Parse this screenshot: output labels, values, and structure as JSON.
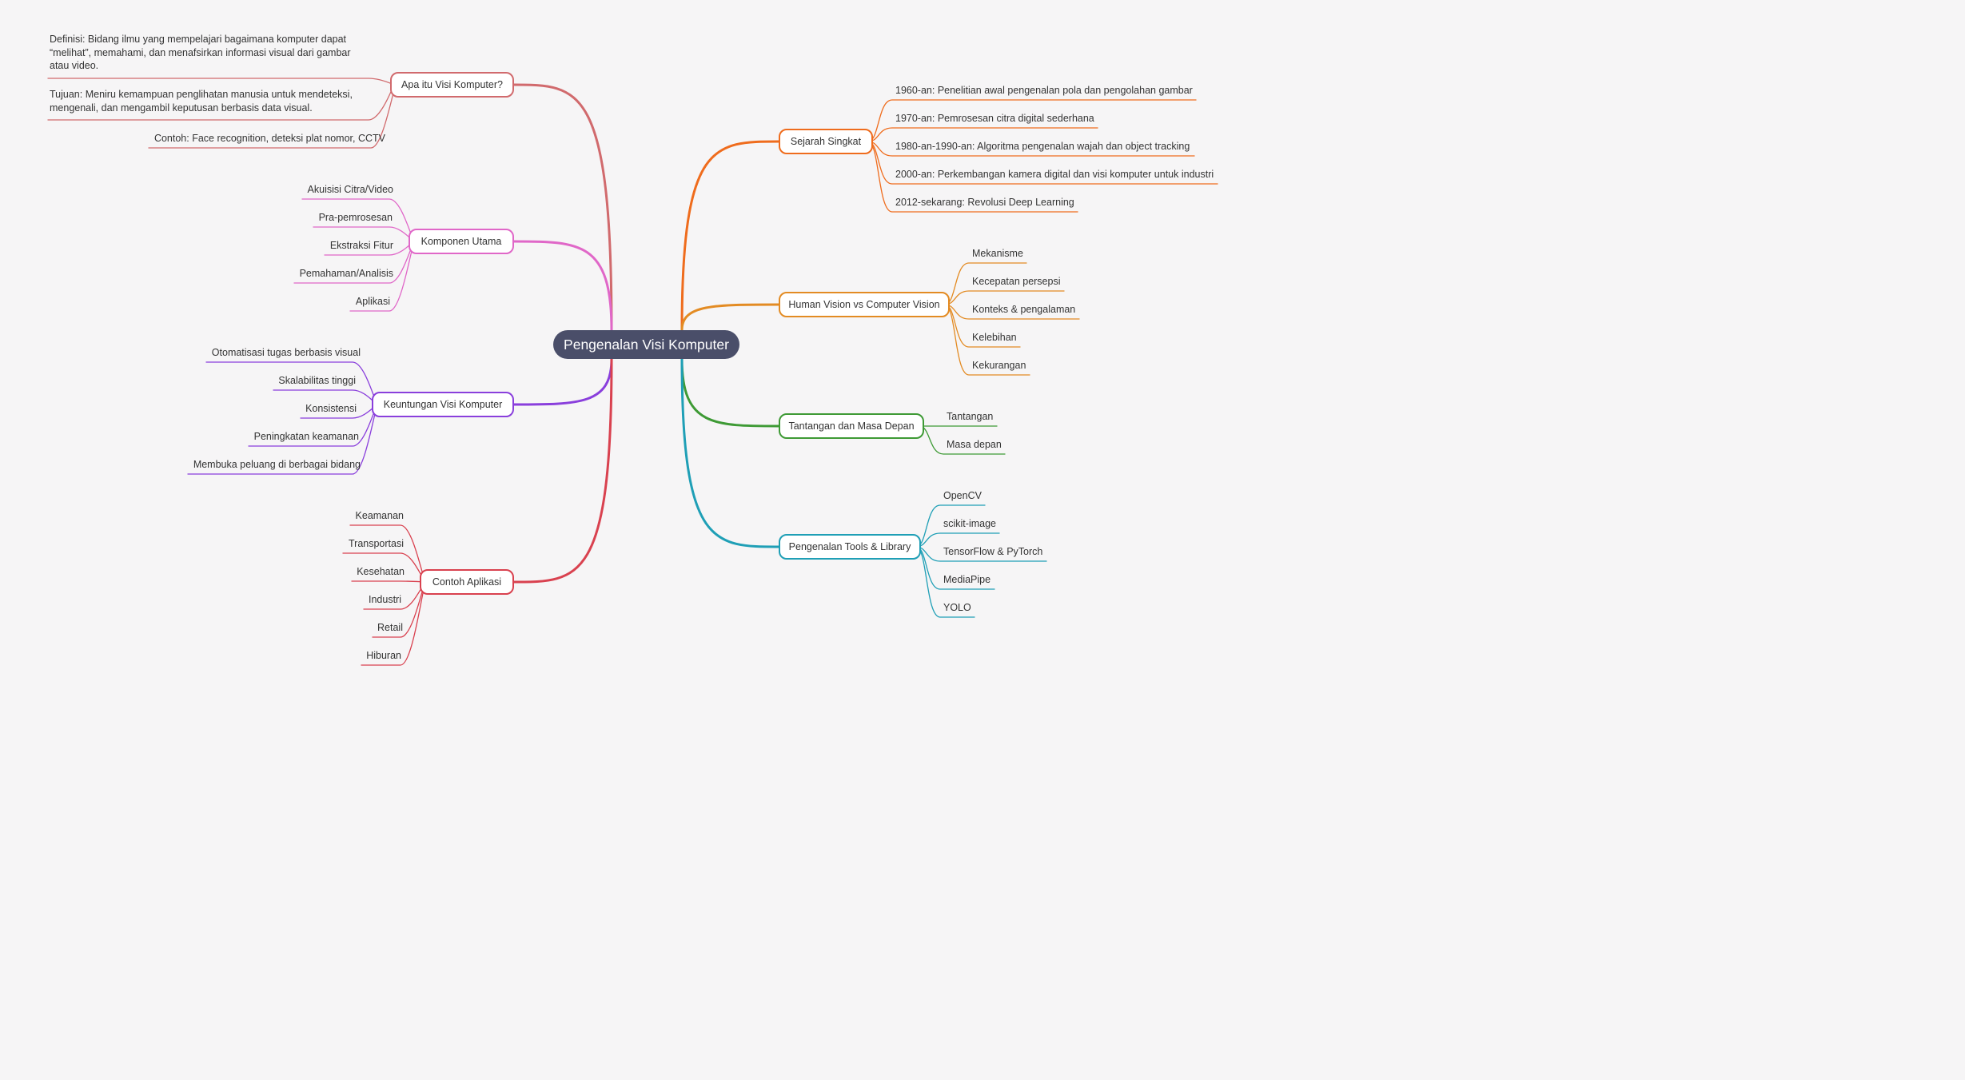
{
  "root": {
    "label": "Pengenalan Visi Komputer"
  },
  "branches": [
    {
      "key": "apa",
      "label": "Apa itu Visi Komputer?",
      "color": "#d16a6d",
      "side": "left",
      "leaves": [
        "Definisi: Bidang ilmu yang mempelajari bagaimana komputer dapat “melihat”, memahami, dan menafsirkan informasi visual dari gambar atau video.",
        "Tujuan: Meniru kemampuan penglihatan manusia untuk mendeteksi, mengenali, dan mengambil keputusan berbasis data visual.",
        "Contoh: Face recognition, deteksi plat nomor, CCTV"
      ]
    },
    {
      "key": "komponen",
      "label": "Komponen Utama",
      "color": "#e067c8",
      "side": "left",
      "leaves": [
        "Akuisisi Citra/Video",
        "Pra-pemrosesan",
        "Ekstraksi Fitur",
        "Pemahaman/Analisis",
        "Aplikasi"
      ]
    },
    {
      "key": "keuntungan",
      "label": "Keuntungan Visi Komputer",
      "color": "#8a3fdc",
      "side": "left",
      "leaves": [
        "Otomatisasi tugas berbasis visual",
        "Skalabilitas tinggi",
        "Konsistensi",
        "Peningkatan keamanan",
        "Membuka peluang di berbagai bidang"
      ]
    },
    {
      "key": "contoh",
      "label": "Contoh Aplikasi",
      "color": "#d9414f",
      "side": "left",
      "leaves": [
        "Keamanan",
        "Transportasi",
        "Kesehatan",
        "Industri",
        "Retail",
        "Hiburan"
      ]
    },
    {
      "key": "sejarah",
      "label": "Sejarah Singkat",
      "color": "#ef6c1d",
      "side": "right",
      "leaves": [
        "1960-an: Penelitian awal pengenalan pola dan pengolahan gambar",
        "1970-an: Pemrosesan citra digital sederhana",
        "1980-an-1990-an: Algoritma pengenalan wajah dan object tracking",
        "2000-an: Perkembangan kamera digital dan visi komputer untuk industri",
        "2012-sekarang: Revolusi Deep Learning"
      ]
    },
    {
      "key": "human",
      "label": "Human Vision vs Computer Vision",
      "color": "#e38b23",
      "side": "right",
      "leaves": [
        "Mekanisme",
        "Kecepatan persepsi",
        "Konteks & pengalaman",
        "Kelebihan",
        "Kekurangan"
      ]
    },
    {
      "key": "tantangan",
      "label": "Tantangan dan Masa Depan",
      "color": "#3e9a35",
      "side": "right",
      "leaves": [
        "Tantangan",
        "Masa depan"
      ]
    },
    {
      "key": "tools",
      "label": "Pengenalan Tools & Library",
      "color": "#1f9fb6",
      "side": "right",
      "leaves": [
        "OpenCV",
        "scikit-image",
        "TensorFlow & PyTorch",
        "MediaPipe",
        "YOLO"
      ]
    }
  ]
}
